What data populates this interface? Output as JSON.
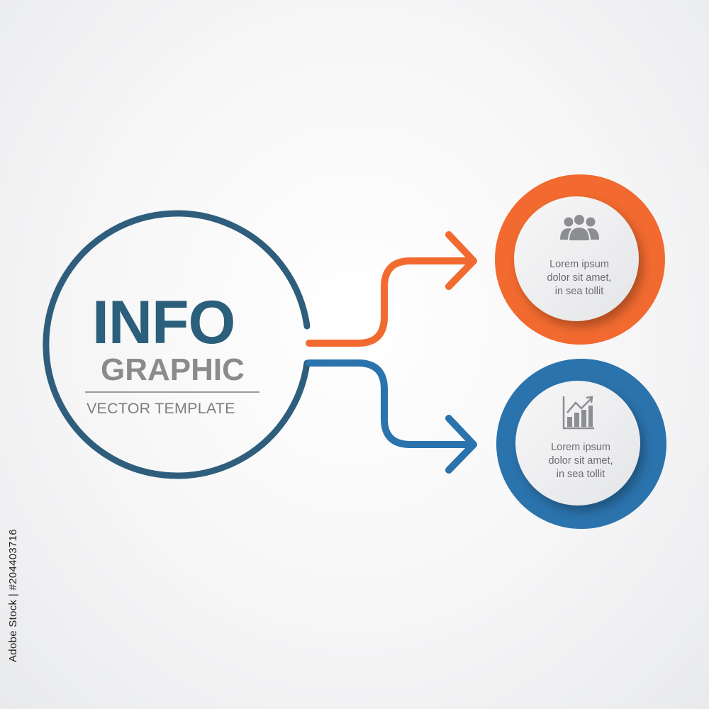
{
  "title": {
    "main": "INFO",
    "sub": "GRAPHIC",
    "caption": "VECTOR TEMPLATE"
  },
  "branches": [
    {
      "id": "top",
      "color": "#f26a2f",
      "icon": "people-group-icon",
      "text_lines": [
        "Lorem ipsum",
        "dolor sit amet,",
        "in sea tollit"
      ]
    },
    {
      "id": "bottom",
      "color": "#2b73ad",
      "icon": "bar-chart-growth-icon",
      "text_lines": [
        "Lorem ipsum",
        "dolor sit amet,",
        "in sea tollit"
      ]
    }
  ],
  "colors": {
    "main_ring": "#2f5e7c",
    "title_primary": "#2b5f7c",
    "title_secondary": "#8a8b8d",
    "inner_disc": "#f1f1f2",
    "icon_gray": "#8d8e91"
  },
  "side_id": "Adobe Stock | #204403716"
}
